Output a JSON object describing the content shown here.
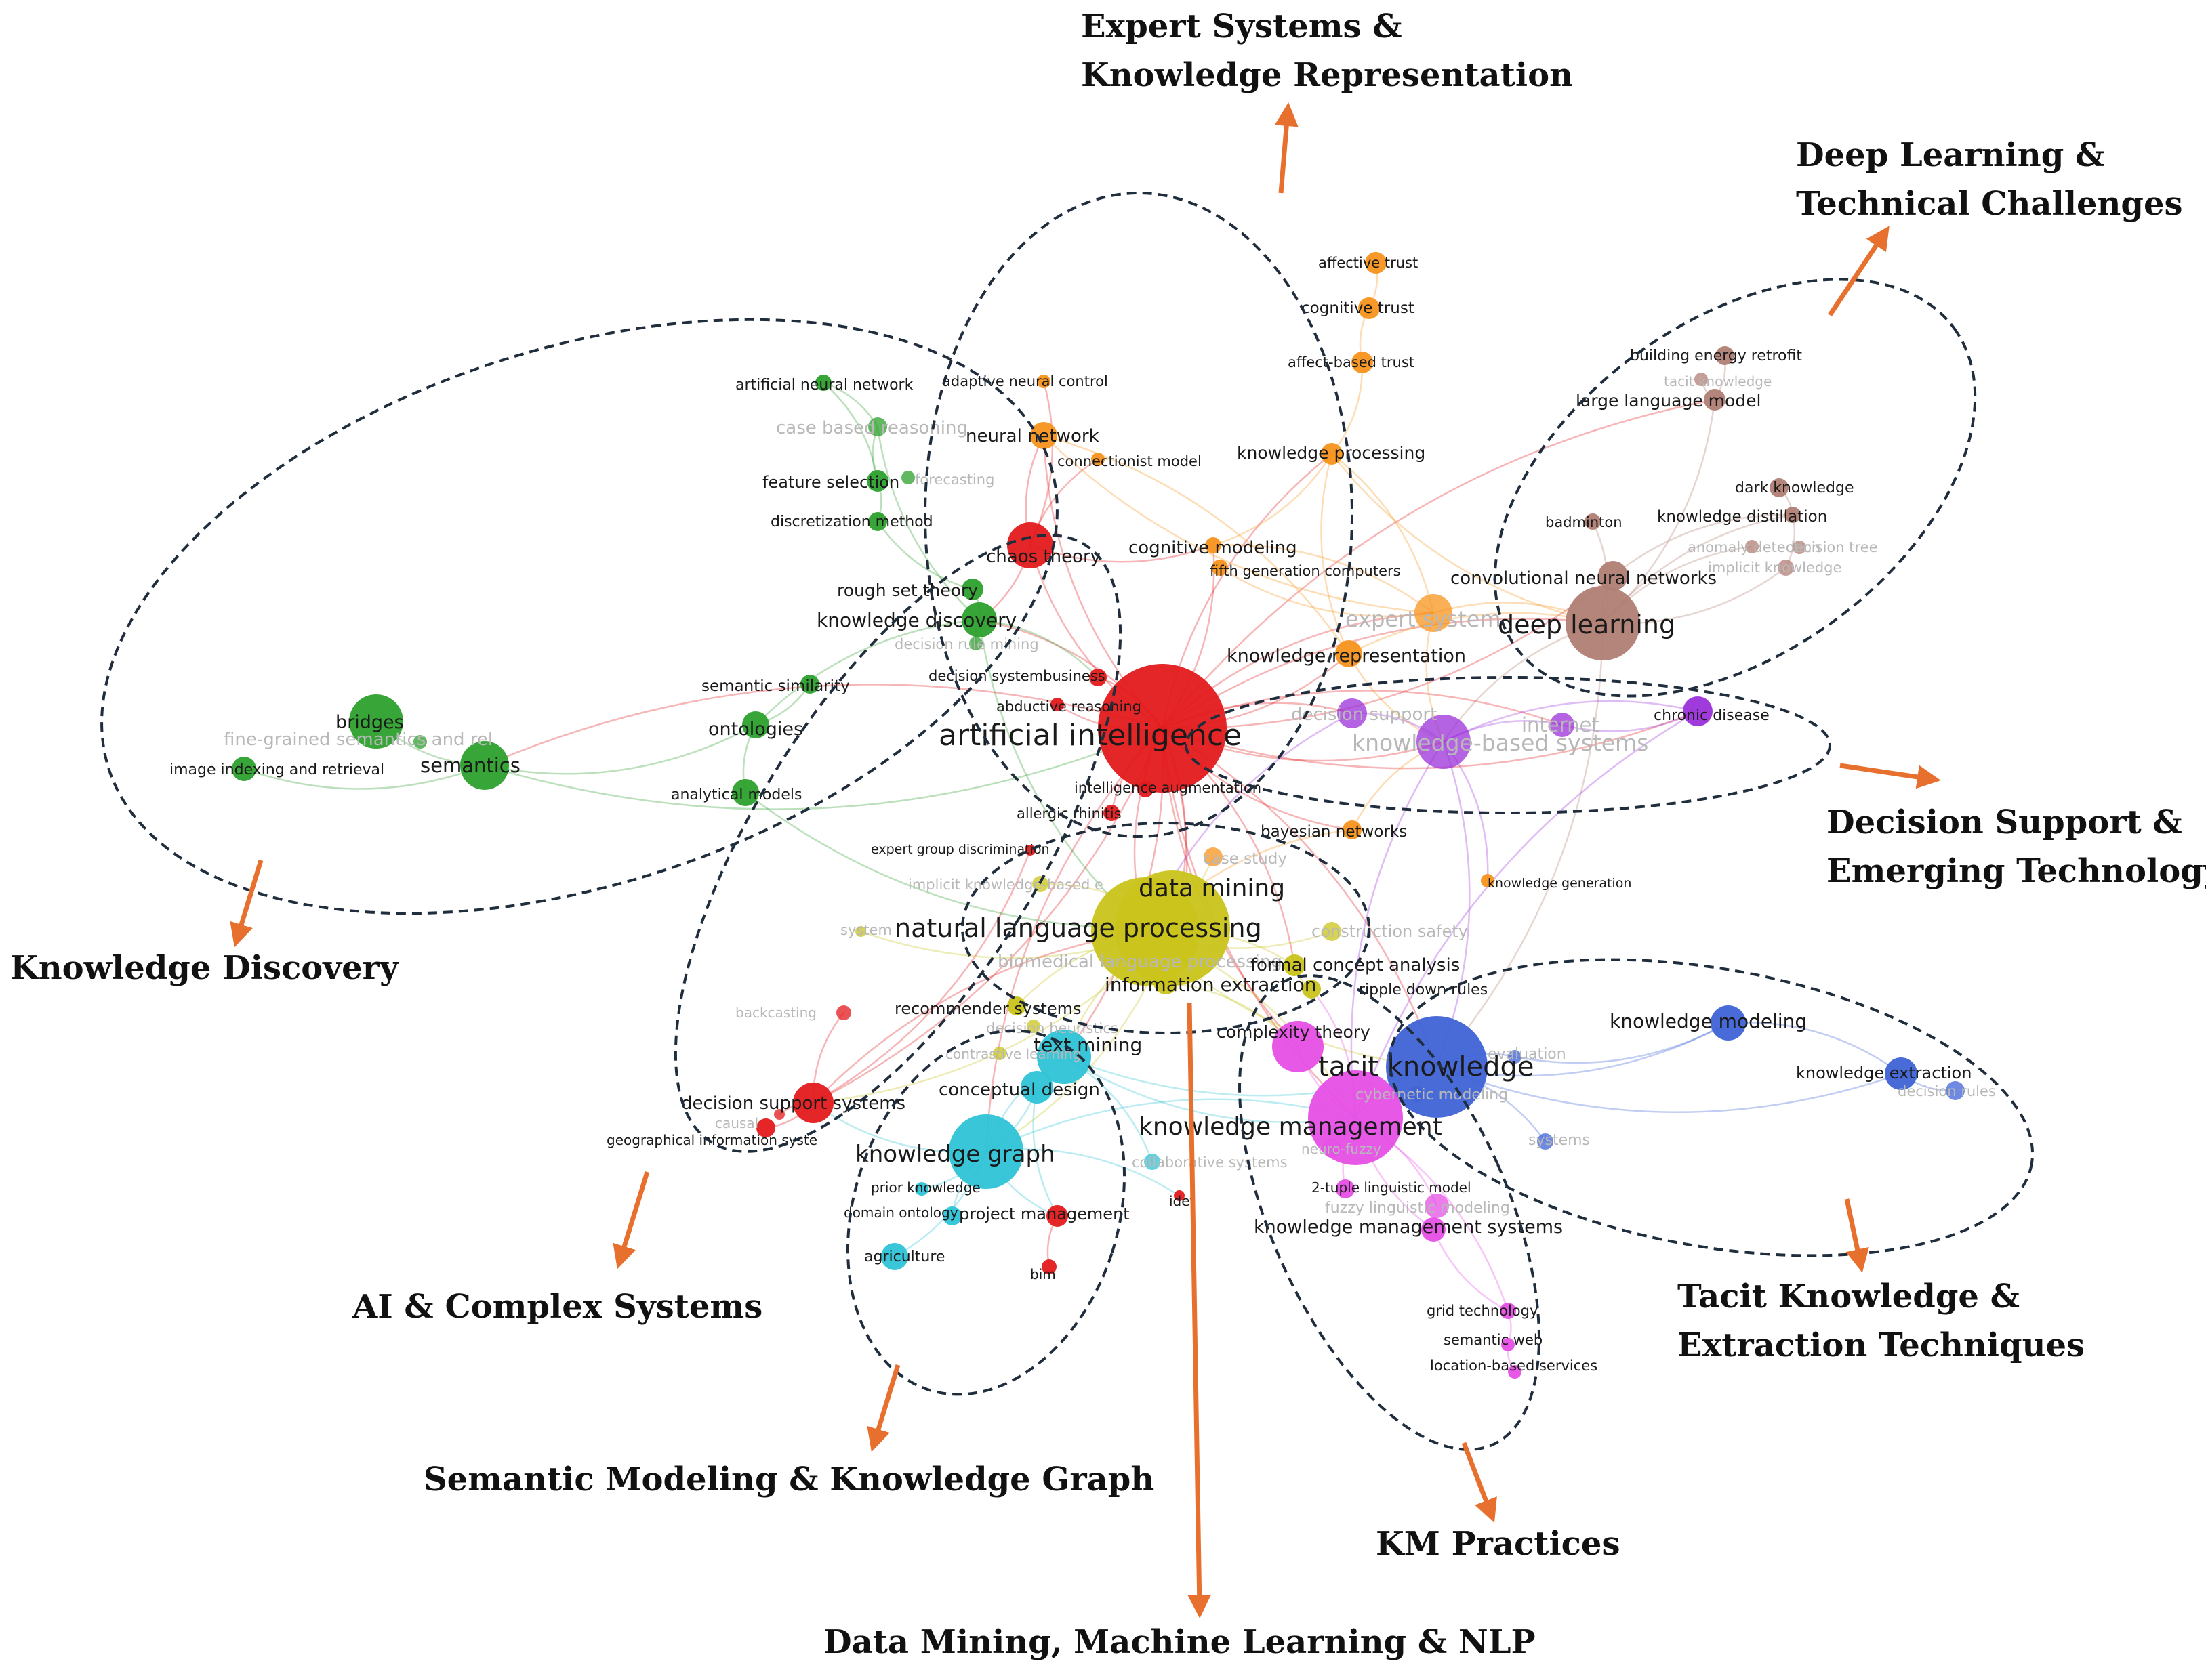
{
  "colors": {
    "red": "#E31A1C",
    "orange": "#F7941D",
    "green": "#2CA02C",
    "brown": "#B07E74",
    "purple": "#9B30D9",
    "yellow": "#C9C41B",
    "cyan": "#2EC3D6",
    "blue": "#3F63D6",
    "magenta": "#E64FE6",
    "arrow": "#E8702E",
    "ring": "#1F2D3D"
  },
  "clusters": [
    {
      "id": "expert",
      "lines": [
        "Expert Systems &",
        "Knowledge Representation"
      ]
    },
    {
      "id": "deep",
      "lines": [
        "Deep Learning &",
        "Technical Challenges"
      ]
    },
    {
      "id": "discovery",
      "lines": [
        "Knowledge Discovery"
      ]
    },
    {
      "id": "decision",
      "lines": [
        "Decision Support &",
        "Emerging Technology"
      ]
    },
    {
      "id": "ai",
      "lines": [
        "AI & Complex Systems"
      ]
    },
    {
      "id": "tacit",
      "lines": [
        "Tacit Knowledge &",
        "Extraction Techniques"
      ]
    },
    {
      "id": "semantic",
      "lines": [
        "Semantic Modeling & Knowledge Graph"
      ]
    },
    {
      "id": "km",
      "lines": [
        "KM Practices"
      ]
    },
    {
      "id": "dm",
      "lines": [
        "Data Mining, Machine Learning & NLP"
      ]
    }
  ],
  "keywords": [
    {
      "id": "ai",
      "label": "artificial intelligence",
      "c": "red"
    },
    {
      "id": "chaos",
      "label": "chaos theory",
      "c": "red"
    },
    {
      "id": "decisionsys",
      "label": "decision systembusiness",
      "c": "red"
    },
    {
      "id": "abductive",
      "label": "abductive reasoning",
      "c": "red"
    },
    {
      "id": "intaug",
      "label": "intelligence augmentation",
      "c": "red"
    },
    {
      "id": "allergic",
      "label": "allergic rhinitis",
      "c": "red"
    },
    {
      "id": "expertgroup",
      "label": "expert group discrimination",
      "c": "red"
    },
    {
      "id": "dss",
      "label": "decision support systems",
      "c": "red"
    },
    {
      "id": "gis",
      "label": "geographical information syste",
      "c": "red"
    },
    {
      "id": "backcasting",
      "label": "backcasting",
      "c": "red",
      "faint": true
    },
    {
      "id": "bim",
      "label": "bim",
      "c": "red"
    },
    {
      "id": "pm",
      "label": "project management",
      "c": "red"
    },
    {
      "id": "idef",
      "label": "idef",
      "c": "red"
    },
    {
      "id": "causal",
      "label": "causal",
      "c": "red",
      "faint": true
    },
    {
      "id": "affective",
      "label": "affective trust",
      "c": "orange"
    },
    {
      "id": "cognitive",
      "label": "cognitive trust",
      "c": "orange"
    },
    {
      "id": "affectbased",
      "label": "affect-based trust",
      "c": "orange"
    },
    {
      "id": "kproc",
      "label": "knowledge processing",
      "c": "orange"
    },
    {
      "id": "adaptive",
      "label": "adaptive neural control",
      "c": "orange"
    },
    {
      "id": "nn",
      "label": "neural network",
      "c": "orange"
    },
    {
      "id": "connectionist",
      "label": "connectionist model",
      "c": "orange"
    },
    {
      "id": "cogmod",
      "label": "cognitive modeling",
      "c": "orange"
    },
    {
      "id": "fifthgen",
      "label": "fifth generation computers",
      "c": "orange"
    },
    {
      "id": "expertsys",
      "label": "expert system",
      "c": "orange",
      "faint": true
    },
    {
      "id": "krep",
      "label": "knowledge representation",
      "c": "orange"
    },
    {
      "id": "bayes",
      "label": "bayesian networks",
      "c": "orange"
    },
    {
      "id": "kgen",
      "label": "knowledge generation",
      "c": "orange"
    },
    {
      "id": "casestudy",
      "label": "case study",
      "c": "orange",
      "faint": true
    },
    {
      "id": "ann",
      "label": "artificial neural network",
      "c": "green"
    },
    {
      "id": "cbr",
      "label": "case based reasoning",
      "c": "green",
      "faint": true
    },
    {
      "id": "featsel",
      "label": "feature selection",
      "c": "green"
    },
    {
      "id": "forecasting",
      "label": "forecasting",
      "c": "green",
      "faint": true
    },
    {
      "id": "discret",
      "label": "discretization method",
      "c": "green"
    },
    {
      "id": "rough",
      "label": "rough set theory",
      "c": "green"
    },
    {
      "id": "kdisc",
      "label": "knowledge discovery",
      "c": "green"
    },
    {
      "id": "drm",
      "label": "decision rule mining",
      "c": "green",
      "faint": true
    },
    {
      "id": "semsim",
      "label": "semantic similarity",
      "c": "green"
    },
    {
      "id": "ontologies",
      "label": "ontologies",
      "c": "green"
    },
    {
      "id": "bridges",
      "label": "bridges",
      "c": "green"
    },
    {
      "id": "finegrained",
      "label": "fine-grained semantics and rel",
      "c": "green",
      "faint": true
    },
    {
      "id": "semantics",
      "label": "semantics",
      "c": "green"
    },
    {
      "id": "imgidx",
      "label": "image indexing and retrieval",
      "c": "green"
    },
    {
      "id": "analytical",
      "label": "analytical models",
      "c": "green"
    },
    {
      "id": "bldg",
      "label": "building energy retrofit",
      "c": "brown"
    },
    {
      "id": "tacitknowfaint",
      "label": "tacit knowledge",
      "c": "brown",
      "faint": true
    },
    {
      "id": "llm",
      "label": "large language model",
      "c": "brown"
    },
    {
      "id": "darkk",
      "label": "dark knowledge",
      "c": "brown"
    },
    {
      "id": "badminton",
      "label": "badminton",
      "c": "brown"
    },
    {
      "id": "kdistill",
      "label": "knowledge distillation",
      "c": "brown"
    },
    {
      "id": "anomaly",
      "label": "anomaly detection",
      "c": "brown",
      "faint": true
    },
    {
      "id": "decisiontree",
      "label": "decision tree",
      "c": "brown",
      "faint": true
    },
    {
      "id": "implicitk",
      "label": "implicit knowledge",
      "c": "brown",
      "faint": true
    },
    {
      "id": "cnn",
      "label": "convolutional neural networks",
      "c": "brown"
    },
    {
      "id": "dl",
      "label": "deep learning",
      "c": "brown"
    },
    {
      "id": "decsupport",
      "label": "decision support",
      "c": "purple",
      "faint": true
    },
    {
      "id": "kbs",
      "label": "knowledge-based systems",
      "c": "purple",
      "faint": true
    },
    {
      "id": "internet",
      "label": "internet",
      "c": "purple",
      "faint": true
    },
    {
      "id": "chronic",
      "label": "chronic disease",
      "c": "purple"
    },
    {
      "id": "dmining",
      "label": "data mining",
      "c": "yellow"
    },
    {
      "id": "nlp",
      "label": "natural language processing",
      "c": "yellow"
    },
    {
      "id": "implicitkb",
      "label": "implicit knowledge-based e",
      "c": "yellow",
      "faint": true
    },
    {
      "id": "bionlp",
      "label": "biomedical language processing",
      "c": "yellow",
      "faint": true
    },
    {
      "id": "ie",
      "label": "information extraction",
      "c": "yellow"
    },
    {
      "id": "system",
      "label": "system",
      "c": "yellow",
      "faint": true
    },
    {
      "id": "recsys",
      "label": "recommender systems",
      "c": "yellow"
    },
    {
      "id": "decheur",
      "label": "decision heuristics",
      "c": "yellow",
      "faint": true
    },
    {
      "id": "contrastive",
      "label": "contrastive learning",
      "c": "yellow",
      "faint": true
    },
    {
      "id": "construction",
      "label": "construction safety",
      "c": "yellow",
      "faint": true
    },
    {
      "id": "fca",
      "label": "formal concept analysis",
      "c": "yellow"
    },
    {
      "id": "ripple",
      "label": "ripple down rules",
      "c": "yellow"
    },
    {
      "id": "textmining",
      "label": "text mining",
      "c": "cyan"
    },
    {
      "id": "concept",
      "label": "conceptual design",
      "c": "cyan"
    },
    {
      "id": "kg",
      "label": "knowledge graph",
      "c": "cyan"
    },
    {
      "id": "collab",
      "label": "collaborative systems",
      "c": "cyan",
      "faint": true
    },
    {
      "id": "prior",
      "label": "prior knowledge",
      "c": "cyan"
    },
    {
      "id": "domain",
      "label": "domain ontology",
      "c": "cyan"
    },
    {
      "id": "agri",
      "label": "agriculture",
      "c": "cyan"
    },
    {
      "id": "tacit",
      "label": "tacit knowledge",
      "c": "blue"
    },
    {
      "id": "kmodel",
      "label": "knowledge modeling",
      "c": "blue"
    },
    {
      "id": "eval",
      "label": "evaluation",
      "c": "blue",
      "faint": true
    },
    {
      "id": "kext",
      "label": "knowledge extraction",
      "c": "blue"
    },
    {
      "id": "decrules",
      "label": "decision rules",
      "c": "blue",
      "faint": true
    },
    {
      "id": "cybernetic",
      "label": "cybernetic modeling",
      "c": "blue",
      "faint": true
    },
    {
      "id": "systems",
      "label": "systems",
      "c": "blue",
      "faint": true
    },
    {
      "id": "complexity",
      "label": "complexity theory",
      "c": "magenta"
    },
    {
      "id": "km",
      "label": "knowledge management",
      "c": "magenta"
    },
    {
      "id": "neurofuzzy",
      "label": "neuro-fuzzy",
      "c": "magenta",
      "faint": true
    },
    {
      "id": "twotuple",
      "label": "2-tuple linguistic model",
      "c": "magenta"
    },
    {
      "id": "fuzzy",
      "label": "fuzzy linguistic modeling",
      "c": "magenta",
      "faint": true
    },
    {
      "id": "kms",
      "label": "knowledge management systems",
      "c": "magenta"
    },
    {
      "id": "grid",
      "label": "grid technology",
      "c": "magenta"
    },
    {
      "id": "semweb",
      "label": "semantic web",
      "c": "magenta"
    },
    {
      "id": "lbs",
      "label": "location-based services",
      "c": "magenta"
    }
  ]
}
